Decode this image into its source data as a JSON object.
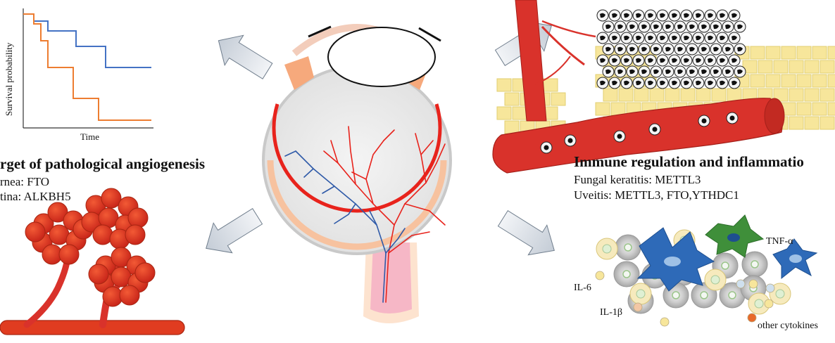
{
  "survival_chart": {
    "ylabel": "Survival probability",
    "xlabel": "Time",
    "colors": {
      "series_a": "#4472c4",
      "series_b": "#ed7d31"
    }
  },
  "angiogenesis_panel": {
    "title": "rget of pathological angiogenesis",
    "lines": [
      "rnea: FTO",
      "tina: ALKBH5"
    ]
  },
  "immune_panel": {
    "title": "Immune regulation and inflammatio",
    "lines": [
      "Fungal keratitis: METTL3",
      "Uveitis: METTL3, FTO,YTHDC1"
    ]
  },
  "cytokine_labels": {
    "tnf": "TNF-α",
    "il6": "IL-6",
    "il1b": "IL-1β",
    "other": "other cytokines"
  },
  "colors": {
    "vessel_red": "#d9322b",
    "cluster_red": "#e03c20",
    "vein_blue": "#2f5aa8",
    "fat_yellow": "#f7e69b",
    "cell_gray": "#b7b7b7",
    "macrophage_blue": "#2e6ab8",
    "dendritic_green": "#3f8f3a",
    "arrow_gray": "#cfd6de",
    "eye_sclera": "#d9d9d9",
    "retina_red": "#e8231c"
  },
  "icons": [
    "survival-curve-chart",
    "eye-cross-section",
    "capillary-cluster",
    "blood-vessel-inflammation",
    "immune-cell-milieu",
    "direction-arrow"
  ]
}
